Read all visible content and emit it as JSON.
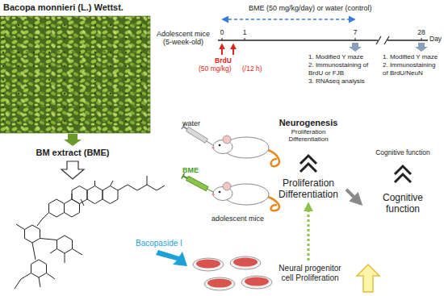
{
  "diagram": {
    "title": "Bacopa monnieri (L.) Wettst.",
    "nodes": [
      {
        "text": [
          "BM extract (BME)"
        ]
      },
      {
        "text": [
          "Neurogenesis",
          "Proliferation Differentiation"
        ]
      },
      {
        "text": [
          "Proliferation Differentiation"
        ]
      },
      {
        "text": [
          "Neural progenitor cell Proliferation"
        ]
      },
      {
        "text": [
          "Cognitive function"
        ]
      },
      {
        "text": [
          "Cognitive function"
        ]
      }
    ],
    "edges": [
      {
        "from": 2,
        "to": 5,
        "arrow": "to"
      },
      {
        "from": 3,
        "to": 2,
        "arrow": "to"
      }
    ],
    "labels": [
      "BME (50 mg/kg/day) or water (control)",
      "Adolescent mice (5-week-old)",
      "0",
      "1",
      "7",
      "28",
      "Day",
      "BrdU",
      "(50 mg/kg)",
      "(/12 h)",
      "1. Modified Y maze",
      "2. Immunostaining of BrdU or FJB",
      "3. RNAseq analysis",
      "1. Modified Y maze",
      "2. Immunostaining of BrdU/NeuN",
      "water",
      "BME",
      "adolescent mice",
      "Bacopaside I"
    ]
  }
}
